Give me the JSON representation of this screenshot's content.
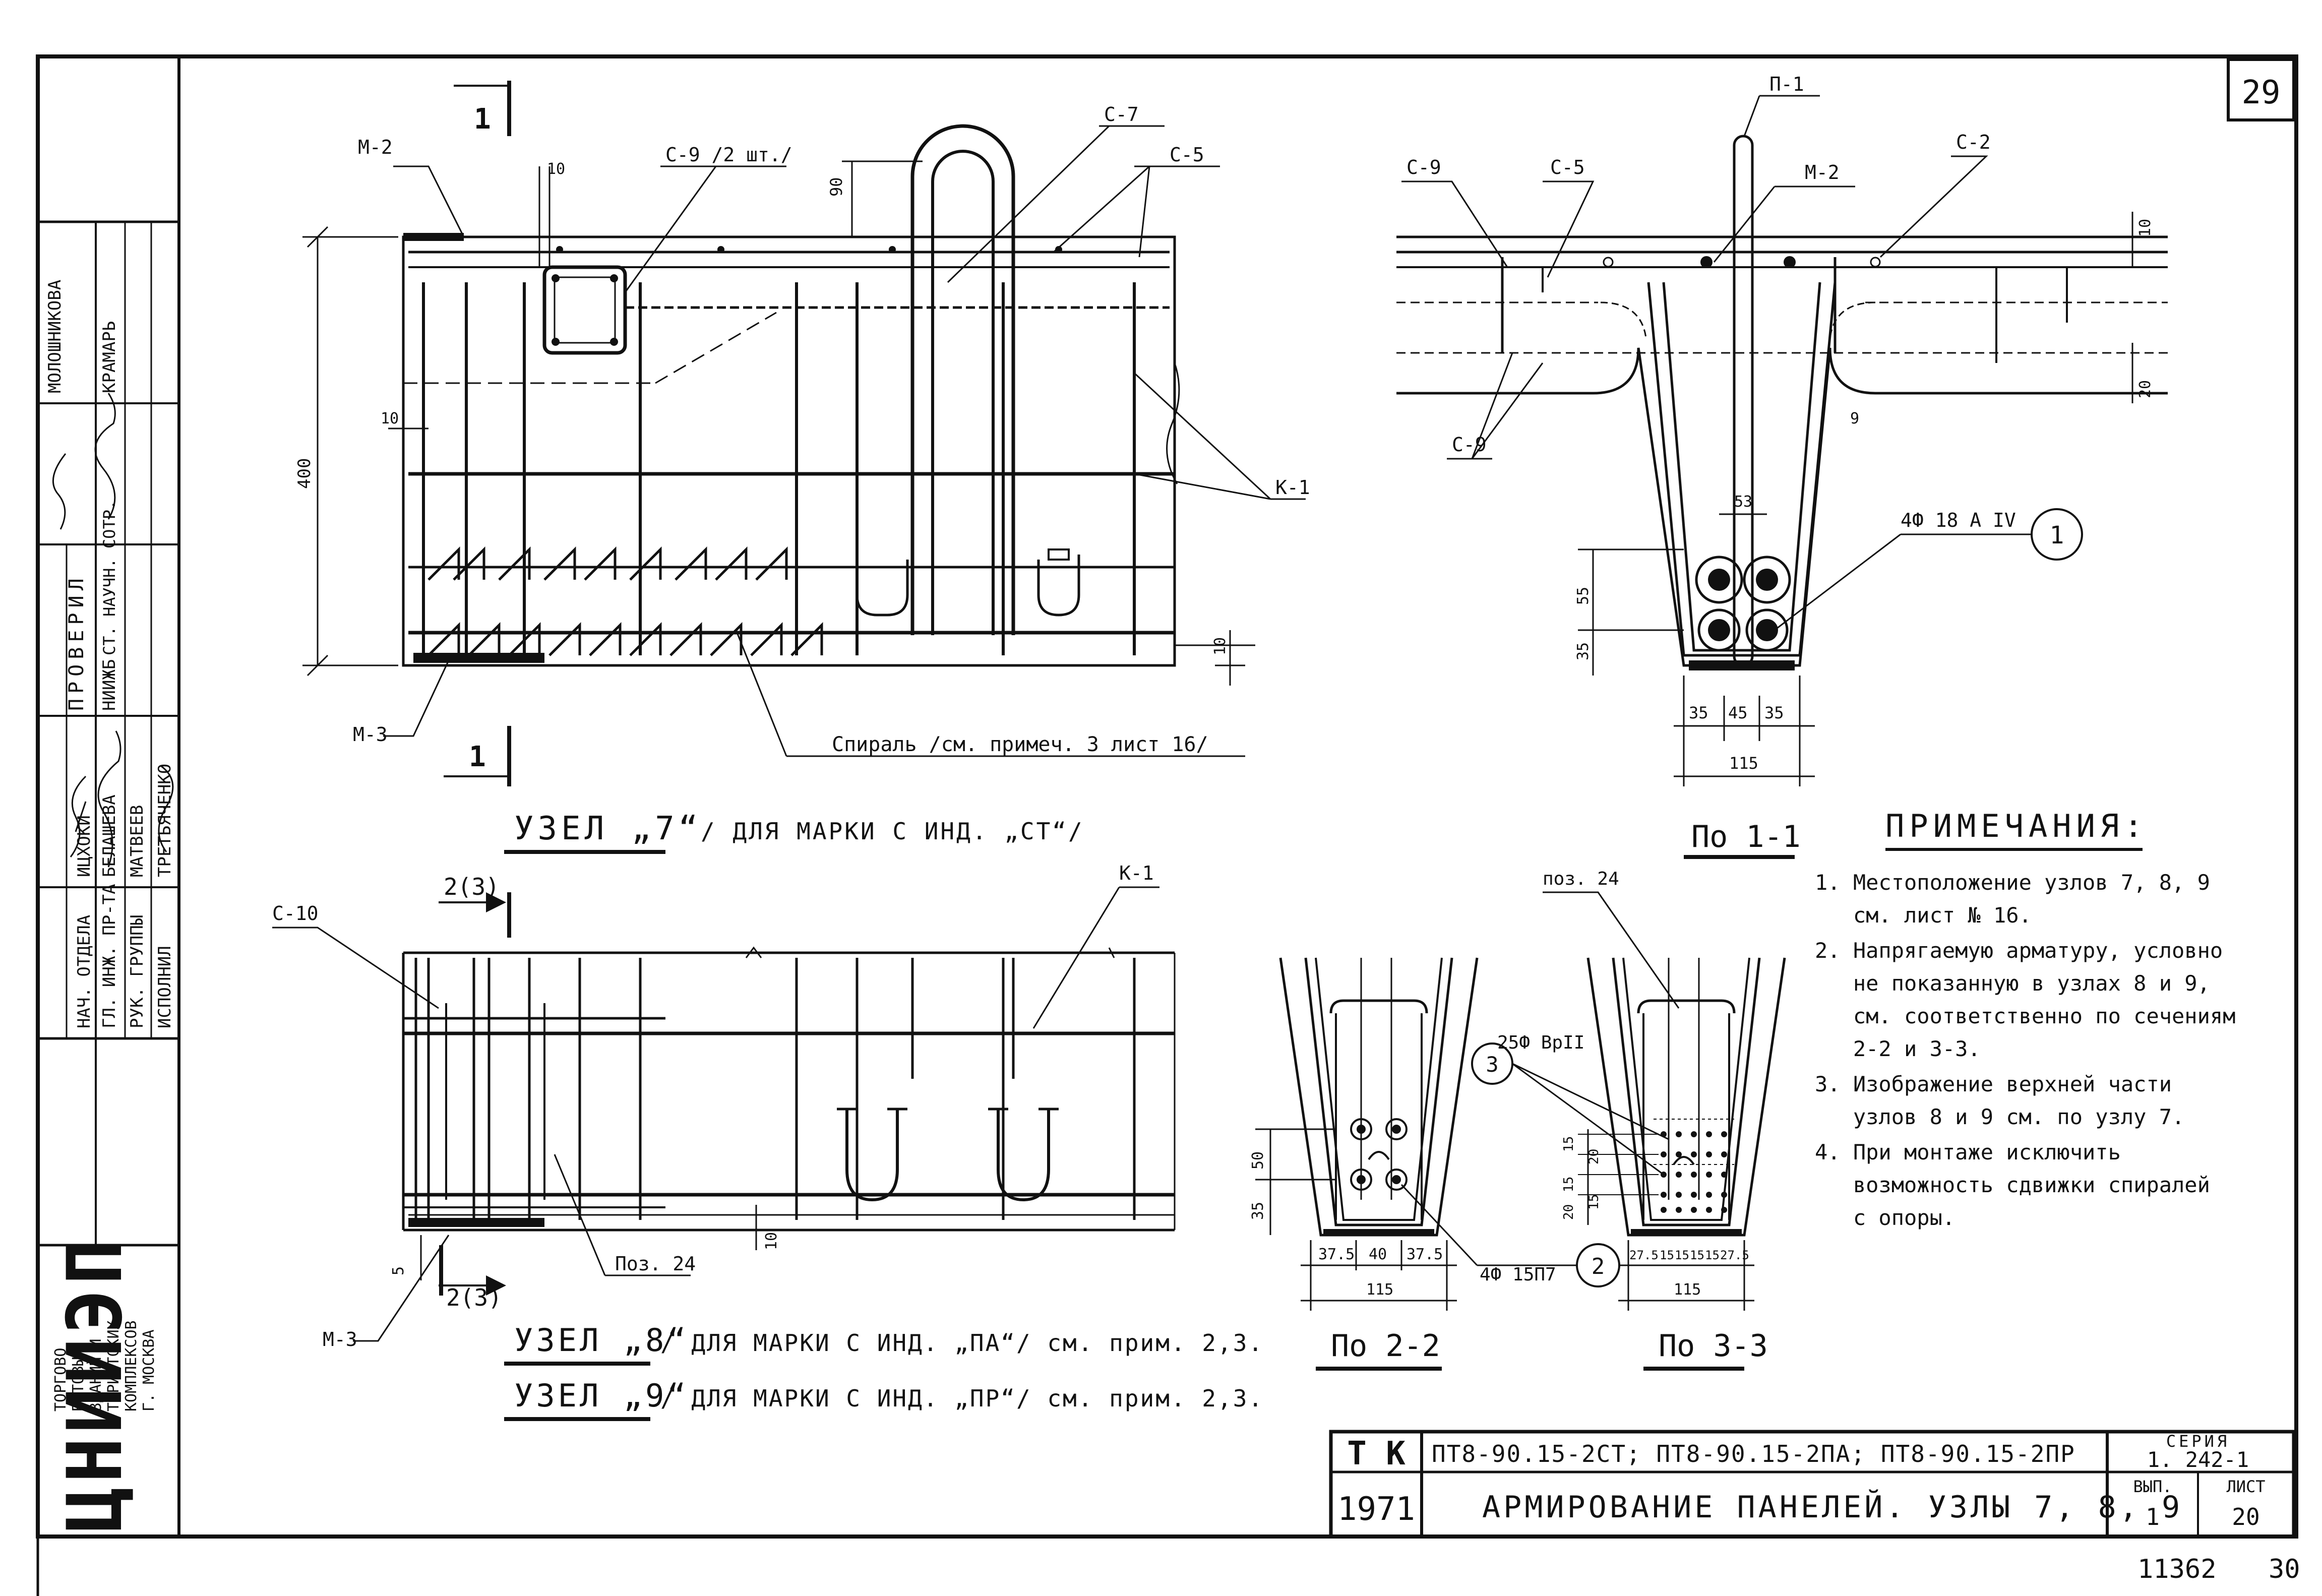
{
  "sheet_number": "29",
  "side_stamp": {
    "org_lines": [
      "ТОРГОВО",
      "БЫТОВЫХ",
      "ЗДАНИЙ И",
      "ТУРИСТСКИХ",
      "КОМПЛЕКСОВ",
      "Г. МОСКВА"
    ],
    "org_logo": "ЦНИИЭП",
    "rows": [
      {
        "role": "НАЧ. ОТДЕЛА",
        "name": "ИЦХОКИ"
      },
      {
        "role": "ГЛ. ИНЖ. ПР-ТА",
        "name": "БЕЛАШЕВА"
      },
      {
        "role": "РУК. ГРУППЫ",
        "name": "МАТВЕЕВ"
      },
      {
        "role": "ИСПОЛНИЛ",
        "name": "ТРЕТЬЯЧЕНКО"
      }
    ],
    "checked_label": "ПРОВЕРИЛ",
    "check_rows": [
      {
        "role": "НИИЖБ",
        "name": ""
      },
      {
        "role": "СТ. НАУЧН. СОТР.",
        "name": "КРАМАРЬ"
      },
      {
        "role": "",
        "name": "МОЛОШНИКОВА"
      }
    ]
  },
  "node7": {
    "title": "УЗЕЛ „7“",
    "subtitle": "/ ДЛЯ МАРКИ С ИНД. „СТ“/",
    "labels": {
      "m2": "М-2",
      "m3": "М-3",
      "c9": "С-9 /2 шт./",
      "c7": "С-7",
      "c5": "С-5",
      "k1": "К-1",
      "spiral": "Спираль /см. примеч. 3 лист 16/",
      "cut": "1"
    },
    "dims": {
      "d10a": "10",
      "d90": "90",
      "d400": "400",
      "d10b": "10",
      "d10c": "10"
    }
  },
  "section11": {
    "title": "По 1-1",
    "labels": {
      "p1": "П-1",
      "c9a": "С-9",
      "c5": "С-5",
      "m2": "М-2",
      "c2": "С-2",
      "c9b": "С-9",
      "rebar": "4Ф 18 А IV",
      "callout": "1"
    },
    "dims": {
      "d10": "10",
      "d20": "20",
      "d9": "9",
      "d53": "53",
      "d55": "55",
      "d35": "35",
      "b35a": "35",
      "b45": "45",
      "b35b": "35",
      "b115": "115"
    }
  },
  "node89": {
    "title8": "УЗЕЛ „8“",
    "subtitle8": "/ ДЛЯ МАРКИ С ИНД. „ПА“/ см. прим. 2,3.",
    "title9": "УЗЕЛ „9“",
    "subtitle9": "/ ДЛЯ МАРКИ С ИНД. „ПР“/ см. прим. 2,3.",
    "labels": {
      "c10": "С-10",
      "k1": "К-1",
      "m3": "М-3",
      "pos24": "Поз. 24",
      "cut": "2(3)"
    },
    "dims": {
      "d10": "10",
      "d5": "5"
    }
  },
  "section22": {
    "title": "По 2-2",
    "labels": {
      "rebar": "4Ф 15П7",
      "callout": "2"
    },
    "dims": {
      "d50": "50",
      "d35": "35",
      "b375a": "37.5",
      "b40": "40",
      "b375b": "37.5",
      "b115": "115"
    }
  },
  "section33": {
    "title": "По 3-3",
    "labels": {
      "pos24": "поз. 24",
      "rebar": "25Ф ВрII",
      "callout": "3"
    },
    "dims": {
      "d15a": "15",
      "d20a": "20",
      "d15b": "15",
      "d20b": "20",
      "d15c": "15",
      "b275a": "27.5",
      "b15a": "15",
      "b15b": "15",
      "b15c": "15",
      "b15d": "15",
      "b275b": "27.5",
      "b115": "115"
    }
  },
  "notes": {
    "title": "ПРИМЕЧАНИЯ:",
    "lines": [
      "1. Местоположение узлов 7, 8, 9",
      "   см. лист № 16.",
      "2. Напрягаемую арматуру, условно",
      "   не показанную в узлах 8 и 9,",
      "   см. соответственно по сечениям",
      "   2-2 и 3-3.",
      "3. Изображение верхней части",
      "   узлов 8 и 9 см. по узлу 7.",
      "4. При монтаже исключить",
      "   возможность сдвижки спиралей",
      "   с опоры."
    ]
  },
  "title_block": {
    "tk": "Т К",
    "year": "1971",
    "marks": "ПТ8-90.15-2СТ; ПТ8-90.15-2ПА; ПТ8-90.15-2ПР",
    "title": "АРМИРОВАНИЕ ПАНЕЛЕЙ. УЗЛЫ 7, 8, 9",
    "series_label": "СЕРИЯ",
    "series": "1. 242-1",
    "vyp_label": "ВЫП.",
    "vyp": "1",
    "list_label": "ЛИСТ",
    "list": "20"
  },
  "footer": {
    "inv": "11362",
    "page": "30"
  }
}
